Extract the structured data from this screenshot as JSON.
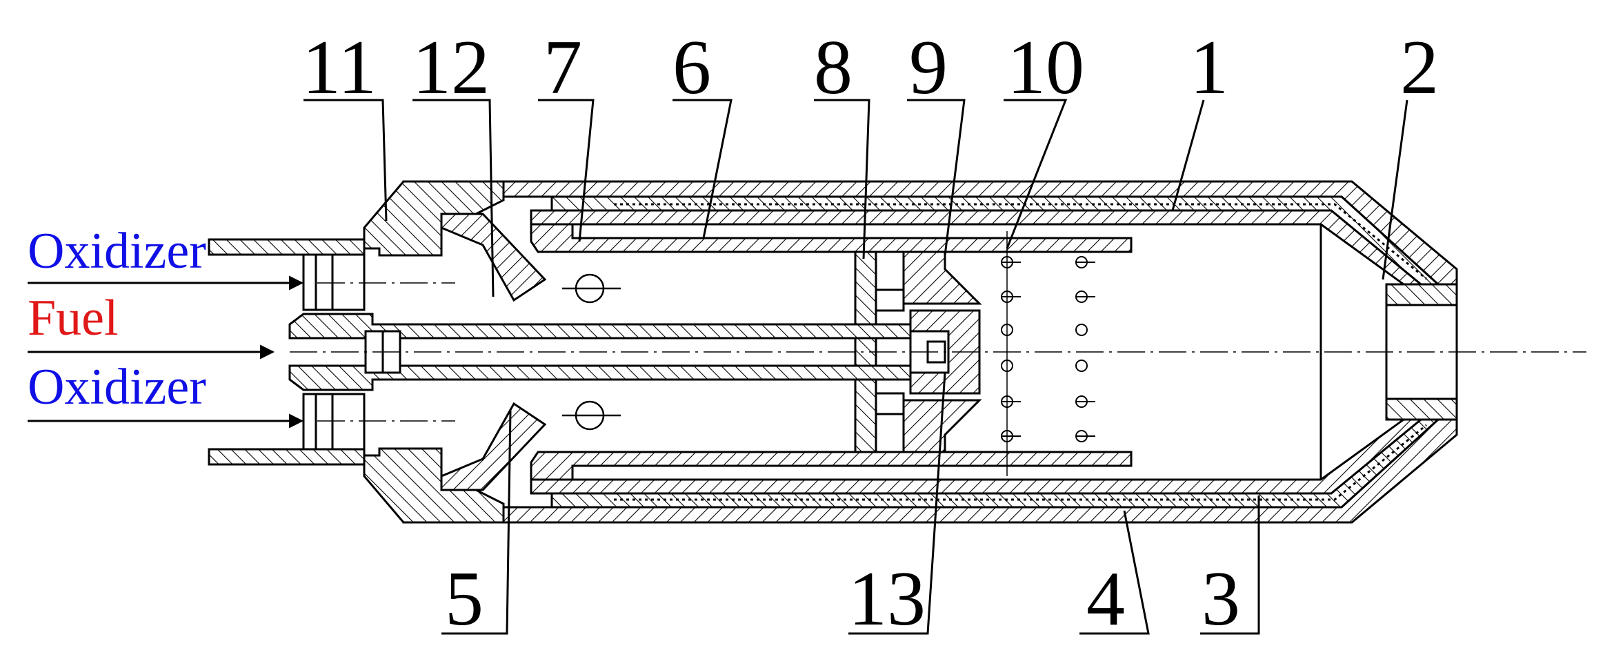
{
  "colors": {
    "line": "#000000",
    "oxidizer_text": "#1010e6",
    "fuel_text": "#e01818",
    "background": "#ffffff"
  },
  "inlets": {
    "oxidizer_top": "Oxidizer",
    "fuel": "Fuel",
    "oxidizer_bottom": "Oxidizer"
  },
  "part_labels": {
    "p1": "1",
    "p2": "2",
    "p3": "3",
    "p4": "4",
    "p5": "5",
    "p6": "6",
    "p7": "7",
    "p8": "8",
    "p9": "9",
    "p10": "10",
    "p11": "11",
    "p12": "12",
    "p13": "13"
  }
}
